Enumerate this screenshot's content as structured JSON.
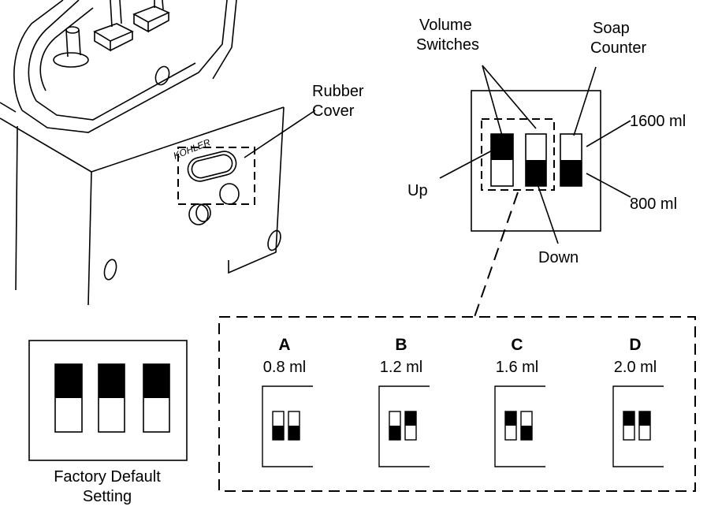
{
  "labels": {
    "volume_switches": [
      "Volume",
      "Switches"
    ],
    "soap_counter": [
      "Soap",
      "Counter"
    ],
    "rubber_cover": [
      "Rubber",
      "Cover"
    ],
    "brand": "KOHLER",
    "up": "Up",
    "down": "Down",
    "ml_1600": "1600 ml",
    "ml_800": "800 ml",
    "factory_default": [
      "Factory Default",
      "Setting"
    ]
  },
  "settings": [
    {
      "letter": "A",
      "volume": "0.8 ml",
      "switch_1": "down",
      "switch_2": "down"
    },
    {
      "letter": "B",
      "volume": "1.2 ml",
      "switch_1": "down",
      "switch_2": "up"
    },
    {
      "letter": "C",
      "volume": "1.6 ml",
      "switch_1": "up",
      "switch_2": "down"
    },
    {
      "letter": "D",
      "volume": "2.0 ml",
      "switch_1": "up",
      "switch_2": "up"
    }
  ],
  "factory_default_switches": [
    "up",
    "up",
    "up"
  ],
  "detail_switches": {
    "volume_1": "up",
    "volume_2": "down",
    "soap_counter": "down"
  }
}
